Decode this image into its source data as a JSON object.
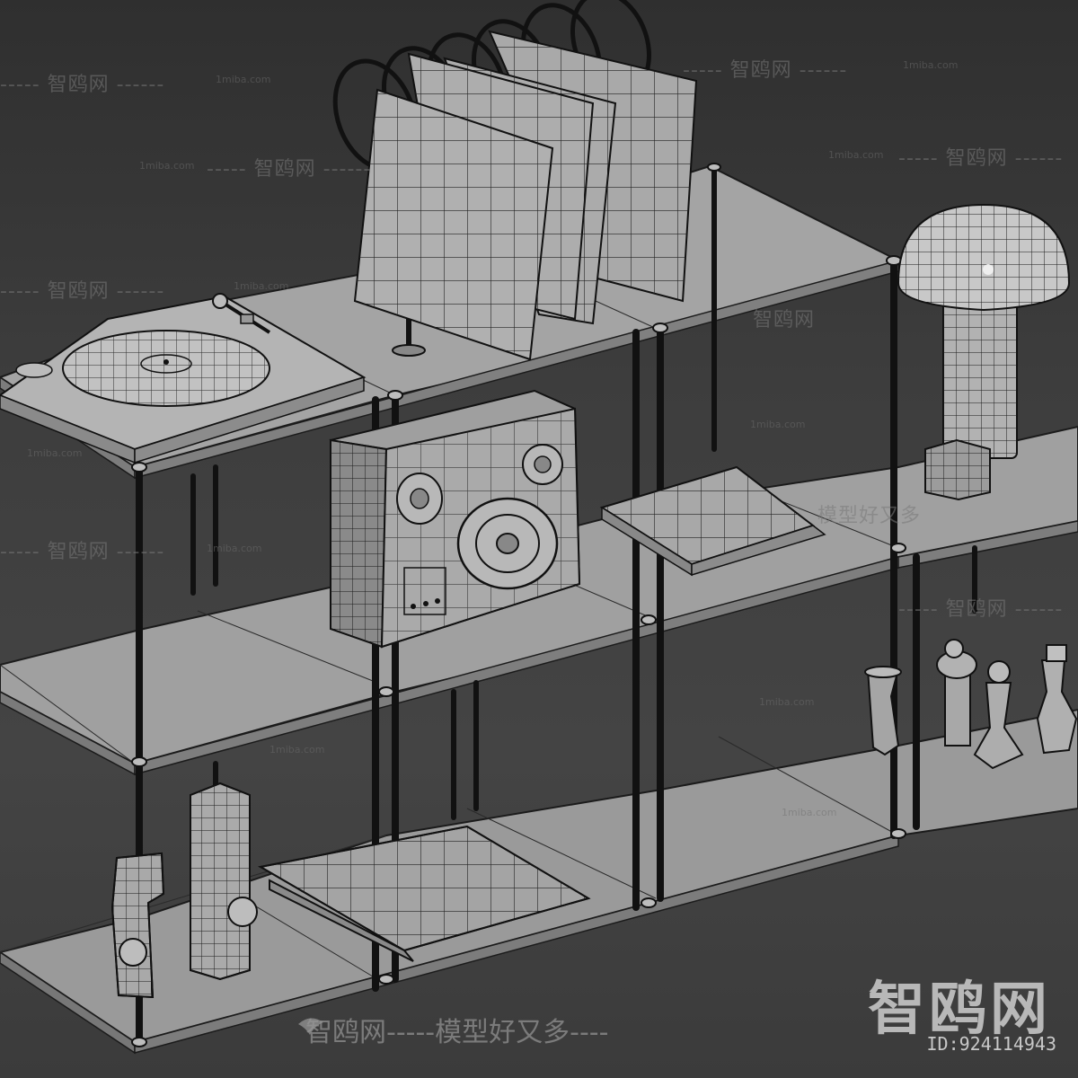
{
  "watermark": {
    "brand": "智鸥网",
    "id": "ID:924114943",
    "slogan": "智鸥网-----模型好又多----",
    "site": "1miba.com",
    "dash_brand": "----- 智鸥网 ------",
    "tag_short": "模型好又多"
  },
  "colors": {
    "background": "#3e3e3e",
    "shelf": "#9a9a9a",
    "wire": "#151515"
  }
}
